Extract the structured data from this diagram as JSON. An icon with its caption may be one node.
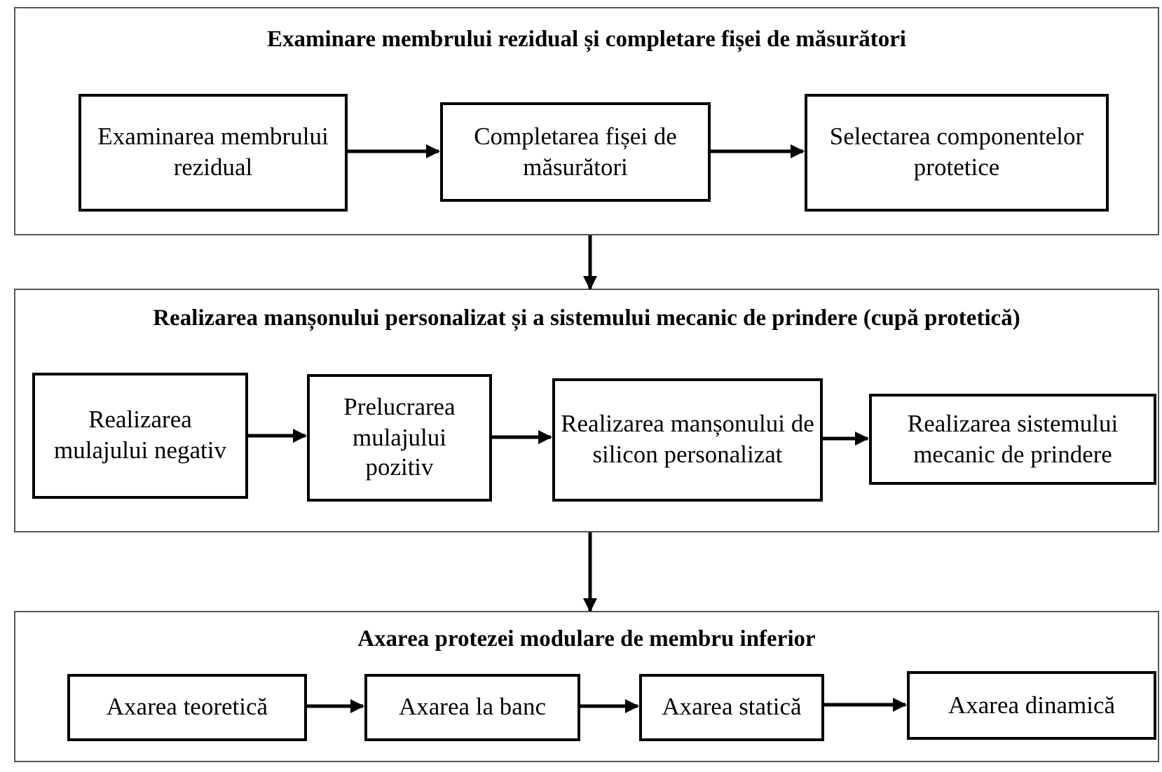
{
  "diagram": {
    "nodes": [
      {
        "text": [
          "Examinare membrului rezidual și completare fișei de măsurători"
        ]
      },
      {
        "text": [
          "Examinarea membrului rezidual"
        ],
        "in": 0
      },
      {
        "text": [
          "Completarea fișei de măsurători"
        ],
        "in": 0
      },
      {
        "text": [
          "Selectarea componentelor protetice"
        ],
        "in": 0
      },
      {
        "text": [
          "Realizarea manșonului personalizat și a sistemului mecanic de prindere (cupă protetică)"
        ]
      },
      {
        "text": [
          "Realizarea mulajului negativ"
        ],
        "in": 4
      },
      {
        "text": [
          "Prelucrarea mulajului pozitiv"
        ],
        "in": 4
      },
      {
        "text": [
          "Realizarea manșonului de silicon personalizat"
        ],
        "in": 4
      },
      {
        "text": [
          "Realizarea sistemului mecanic de prindere"
        ],
        "in": 4
      },
      {
        "text": [
          "Axarea protezei modulare de membru inferior"
        ]
      },
      {
        "text": [
          "Axarea teoretică"
        ],
        "in": 9
      },
      {
        "text": [
          "Axarea la banc"
        ],
        "in": 9
      },
      {
        "text": [
          "Axarea statică"
        ],
        "in": 9
      },
      {
        "text": [
          "Axarea dinamică"
        ],
        "in": 9
      }
    ],
    "edges": [
      {
        "from": 1,
        "to": 2,
        "arrow": "to"
      },
      {
        "from": 2,
        "to": 3,
        "arrow": "to"
      },
      {
        "from": 0,
        "to": 4,
        "arrow": "to"
      },
      {
        "from": 5,
        "to": 6,
        "arrow": "to"
      },
      {
        "from": 6,
        "to": 7,
        "arrow": "to"
      },
      {
        "from": 7,
        "to": 8,
        "arrow": "to"
      },
      {
        "from": 4,
        "to": 9,
        "arrow": "to"
      },
      {
        "from": 10,
        "to": 11,
        "arrow": "to"
      },
      {
        "from": 11,
        "to": 12,
        "arrow": "to"
      },
      {
        "from": 12,
        "to": 13,
        "arrow": "to"
      }
    ]
  }
}
